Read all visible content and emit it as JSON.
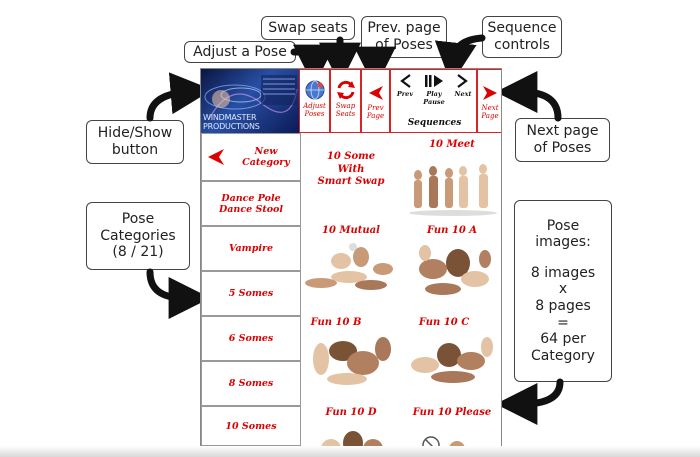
{
  "annotations": {
    "adjust_pose": "Adjust a Pose",
    "swap_seats": "Swap seats",
    "prev_page_line1": "Prev. page",
    "prev_page_line2": "of Poses",
    "sequence_line1": "Sequence",
    "sequence_line2": "controls",
    "hide_show_line1": "Hide/Show",
    "hide_show_line2": "button",
    "next_page_line1": "Next page",
    "next_page_line2": "of Poses",
    "categories_line1": "Pose",
    "categories_line2": "Categories",
    "categories_line3": "(8 / 21)",
    "images_line1": "Pose",
    "images_line2": "images:",
    "images_line3": "8 images",
    "images_line4": "x",
    "images_line5": "8 pages",
    "images_line6": "=",
    "images_line7": "64 per",
    "images_line8": "Category"
  },
  "hud": {
    "logo_text": "WINDMASTER PRODUCTIONS",
    "adjust_l1": "Adjust",
    "adjust_l2": "Poses",
    "swap_l1": "Swap",
    "swap_l2": "Seats",
    "prev_l1": "Prev",
    "prev_l2": "Page",
    "seq_prev": "Prev",
    "seq_play_l1": "Play",
    "seq_play_l2": "Pause",
    "seq_next": "Next",
    "seq_label": "Sequences",
    "next_l1": "Next",
    "next_l2": "Page",
    "categories": [
      {
        "l1": "New",
        "l2": "Category"
      },
      {
        "l1": "Dance Pole",
        "l2": "Dance Stool"
      },
      {
        "l1": "Vampire",
        "l2": ""
      },
      {
        "l1": "5 Somes",
        "l2": ""
      },
      {
        "l1": "6 Somes",
        "l2": ""
      },
      {
        "l1": "8 Somes",
        "l2": ""
      },
      {
        "l1": "10 Somes",
        "l2": ""
      }
    ],
    "poses": [
      {
        "l1": "10 Some",
        "l2": "With",
        "l3": "Smart Swap"
      },
      {
        "l1": "10 Meet"
      },
      {
        "l1": "10 Mutual"
      },
      {
        "l1": "Fun 10 A"
      },
      {
        "l1": "Fun 10 B"
      },
      {
        "l1": "Fun 10 C"
      },
      {
        "l1": "Fun 10 D"
      },
      {
        "l1": "Fun 10 Please"
      }
    ]
  },
  "colors": {
    "accent_red": "#dd0000",
    "logo_blue": "#284fa4"
  }
}
